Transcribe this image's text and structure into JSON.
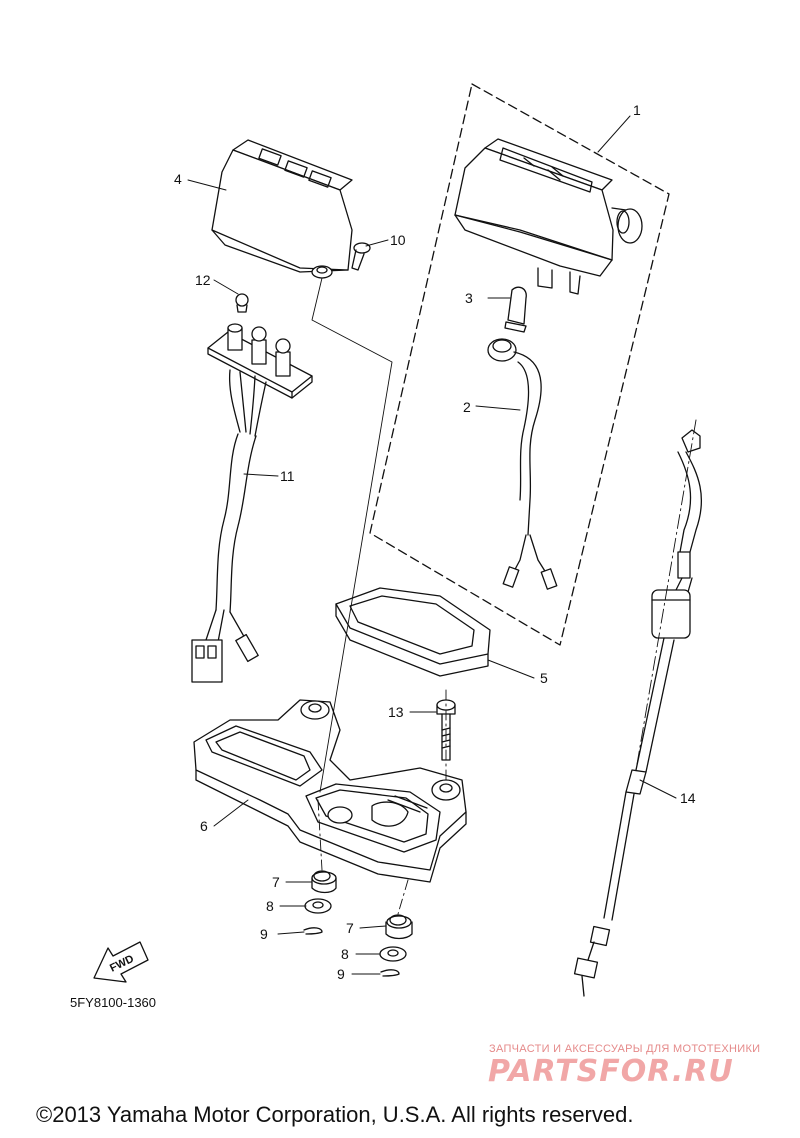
{
  "callouts": [
    {
      "id": "1",
      "text": "1"
    },
    {
      "id": "2",
      "text": "2"
    },
    {
      "id": "3",
      "text": "3"
    },
    {
      "id": "4",
      "text": "4"
    },
    {
      "id": "5",
      "text": "5"
    },
    {
      "id": "6",
      "text": "6"
    },
    {
      "id": "7a",
      "text": "7"
    },
    {
      "id": "7b",
      "text": "7"
    },
    {
      "id": "8a",
      "text": "8"
    },
    {
      "id": "8b",
      "text": "8"
    },
    {
      "id": "9a",
      "text": "9"
    },
    {
      "id": "9b",
      "text": "9"
    },
    {
      "id": "10",
      "text": "10"
    },
    {
      "id": "11",
      "text": "11"
    },
    {
      "id": "12",
      "text": "12"
    },
    {
      "id": "13",
      "text": "13"
    },
    {
      "id": "14",
      "text": "14"
    }
  ],
  "fwd_label": "FWD",
  "diagram_code": "5FY8100-1360",
  "watermark": {
    "tagline": "ЗАПЧАСТИ И АКСЕССУАРЫ ДЛЯ МОТОТЕХНИКИ",
    "brand": "PARTSFOR.RU"
  },
  "copyright": "©2013 Yamaha Motor Corporation, U.S.A. All rights reserved."
}
